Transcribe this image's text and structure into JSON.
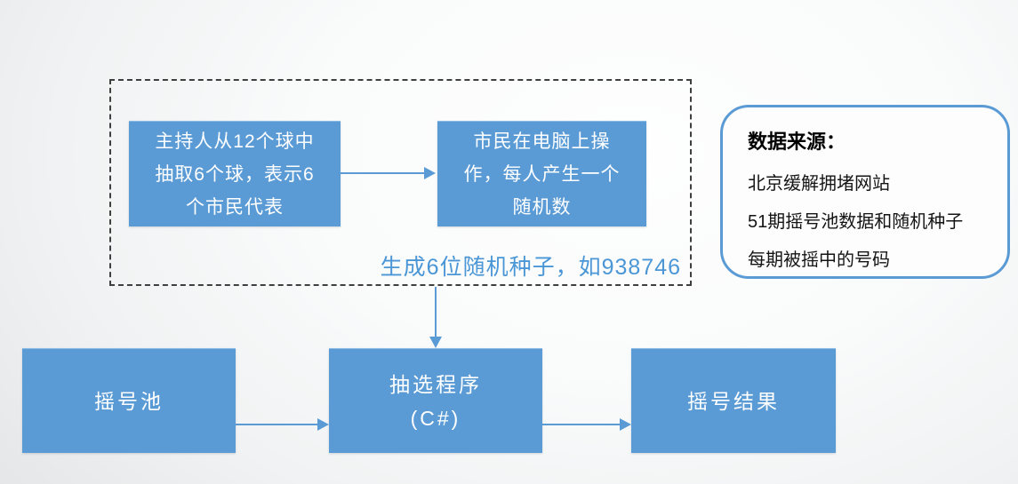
{
  "flow": {
    "host_box": "主持人从12个球中\n抽取6个球，表示6\n个市民代表",
    "citizen_box": "市民在电脑上操\n作，每人产生一个\n随机数",
    "seed_note": "生成6位随机种子，如938746",
    "pool_box": "摇号池",
    "program_box": "抽选程序\n(C#)",
    "result_box": "摇号结果"
  },
  "datasource": {
    "title": "数据来源：",
    "lines": [
      "北京缓解拥堵网站",
      "51期摇号池数据和随机种子",
      "每期被摇中的号码"
    ]
  },
  "colors": {
    "box_fill": "#5b9bd5",
    "arrow": "#5b9bd5",
    "seed_note_text": "#4a96d6",
    "dashed_border": "#3f3f3f",
    "panel_border": "#5b9bd5",
    "background_edge": "#e4e6e7"
  }
}
